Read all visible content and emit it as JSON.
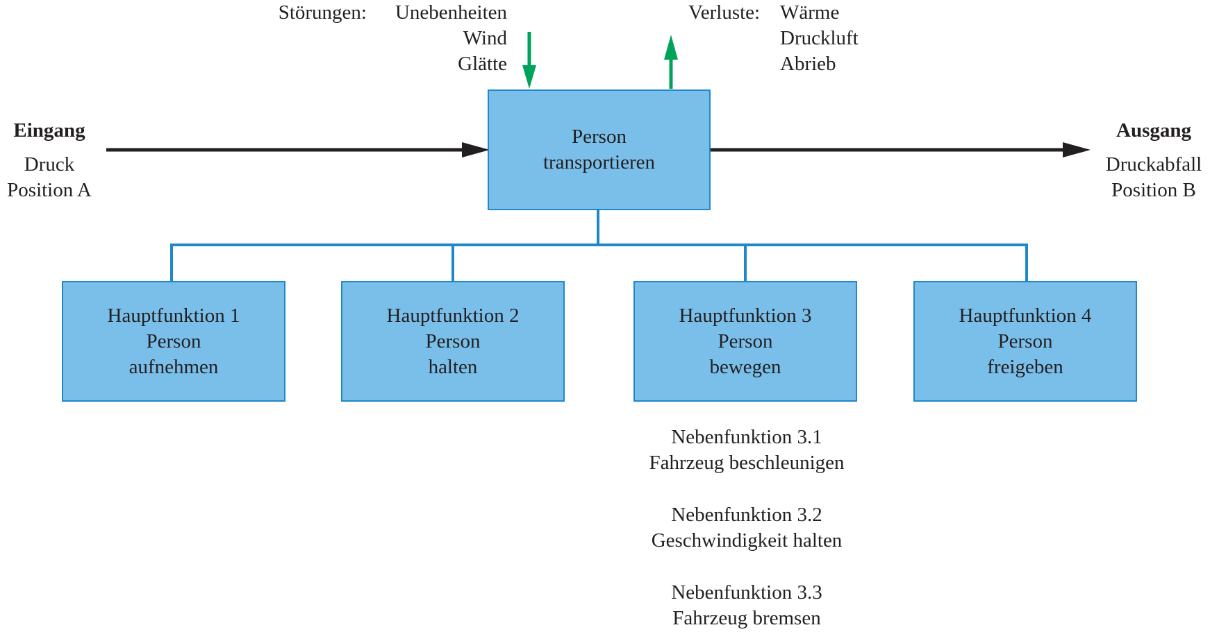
{
  "disturbances": {
    "label": "Störungen:",
    "items": [
      "Unebenheiten",
      "Wind",
      "Glätte"
    ]
  },
  "losses": {
    "label": "Verluste:",
    "items": [
      "Wärme",
      "Druckluft",
      "Abrieb"
    ]
  },
  "input": {
    "title": "Eingang",
    "items": [
      "Druck",
      "Position A"
    ]
  },
  "output": {
    "title": "Ausgang",
    "items": [
      "Druckabfall",
      "Position B"
    ]
  },
  "main_function": {
    "line1": "Person",
    "line2": "transportieren"
  },
  "main_functions": [
    {
      "title": "Hauptfunktion 1",
      "line1": "Person",
      "line2": "aufnehmen"
    },
    {
      "title": "Hauptfunktion 2",
      "line1": "Person",
      "line2": "halten"
    },
    {
      "title": "Hauptfunktion 3",
      "line1": "Person",
      "line2": "bewegen"
    },
    {
      "title": "Hauptfunktion 4",
      "line1": "Person",
      "line2": "freigeben"
    }
  ],
  "sub_functions": [
    {
      "title": "Nebenfunktion 3.1",
      "text": "Fahrzeug beschleunigen"
    },
    {
      "title": "Nebenfunktion 3.2",
      "text": "Geschwindigkeit halten"
    },
    {
      "title": "Nebenfunktion 3.3",
      "text": "Fahrzeug bremsen"
    }
  ],
  "colors": {
    "box_fill": "#7abfea",
    "box_border": "#1e88c8",
    "flow_arrow": "#231f20",
    "side_arrow": "#00a35a"
  }
}
